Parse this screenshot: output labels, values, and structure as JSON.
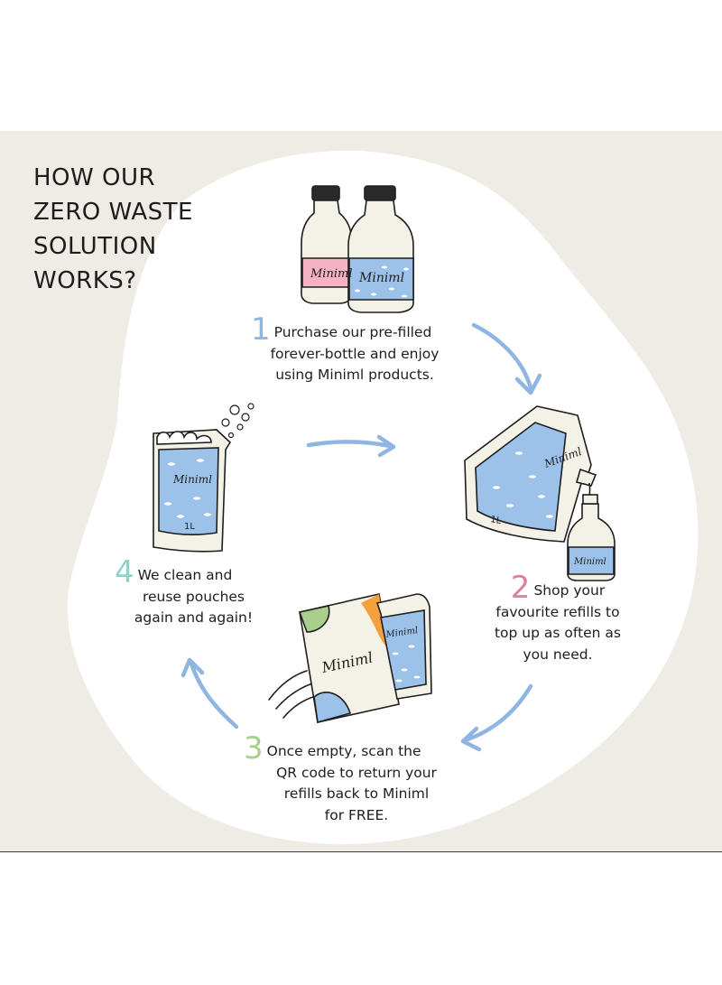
{
  "headline": {
    "lines": [
      "HOW OUR",
      "ZERO WASTE",
      "SOLUTION",
      "WORKS?"
    ]
  },
  "brand": "Miniml",
  "volume_label": "1L",
  "steps": [
    {
      "number": "1",
      "lines": [
        "Purchase our pre-filled",
        "forever-bottle and enjoy",
        "using Miniml products."
      ]
    },
    {
      "number": "2",
      "lines": [
        "Shop your",
        "favourite refills to",
        "top up as often as",
        "you need."
      ]
    },
    {
      "number": "3",
      "lines": [
        "Once empty, scan the",
        "QR code to return your",
        "refills back to Miniml",
        "for FREE."
      ]
    },
    {
      "number": "4",
      "lines": [
        "We clean and",
        "reuse pouches",
        "again and again!"
      ]
    }
  ],
  "colors": {
    "panel": "#efebe5",
    "blob": "#ffffff",
    "arrow": "#8fb6e2",
    "step1": "#8fb6e2",
    "step2": "#e07f9c",
    "step3": "#a9cf8e",
    "step4": "#8fd2c8"
  },
  "icons": [
    "bottles-illustration",
    "pouch-pouring-illustration",
    "envelope-pouch-illustration",
    "foamy-pouch-illustration"
  ]
}
